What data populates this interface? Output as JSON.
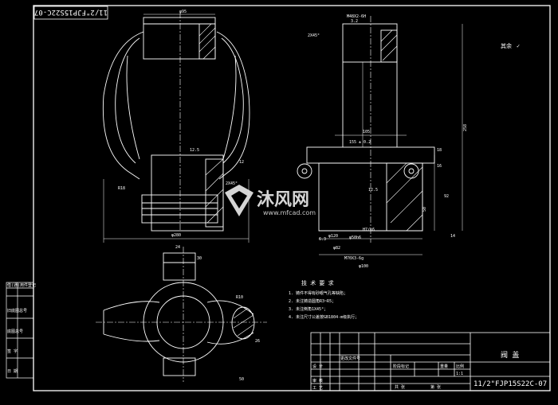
{
  "drawing": {
    "code_top": "11/2\"FJP15S22C-07",
    "code_bottom": "11/2\"FJP15S22C-07",
    "part_name": "阀 盖",
    "scale_note": "1:1",
    "sheet_count": "共 张",
    "sheet_no": "第 张"
  },
  "front_view": {
    "dim_top": "φ95",
    "dim_bottom": "φ280",
    "dim_left": "R18",
    "dim_right": "12",
    "dim_chamfer": "2X45°",
    "roughness": "12.5"
  },
  "section_view": {
    "dim_thread": "M48X2-6H",
    "dim_chamfer": "2X45°",
    "dim_height": "258",
    "dim_105": "105",
    "dim_155": "155 ± 0.2",
    "dim_bore": "φ120",
    "dim_18": "18",
    "dim_16": "16",
    "dim_92": "92",
    "dim_50": "50",
    "dim_14": "14",
    "dim_h1": "H7/k6",
    "dim_d82": "φ82",
    "dim_thread2": "M70X3-6g",
    "dim_100": "φ100",
    "dim_d50": "φ50h6",
    "roughness_a": "3.2",
    "roughness_b": "12.5",
    "roughness_c": "6.3"
  },
  "general_roughness": {
    "label": "其余",
    "symbol": "✓"
  },
  "top_view": {
    "dim_a": "24",
    "dim_b": "30",
    "dim_c": "R10",
    "dim_d": "26",
    "dim_e": "50"
  },
  "tech_requirements": {
    "title": "技 术 要 求",
    "items": [
      "1. 铸件不得有砂眼气孔等缺陷；",
      "2. 未注铸造圆角R3~R5；",
      "3. 未注倒角1X45°；",
      "4. 未注尺寸公差按GB1804-m级执行；"
    ]
  },
  "left_table": {
    "rows": [
      "借(通)用件登记",
      "旧底图总号",
      "底图总号",
      "签 字",
      "日 期"
    ]
  },
  "title_block": {
    "col_headers": [
      "标记",
      "处数",
      "分区",
      "更改文件号",
      "签名",
      "年月日"
    ],
    "row_labels": [
      "设 计",
      "审 核",
      "工 艺"
    ],
    "std_label": "标准化",
    "approve_label": "批 准",
    "stage_label": "阶段标记",
    "weight_label": "重量",
    "scale_label": "比例"
  }
}
